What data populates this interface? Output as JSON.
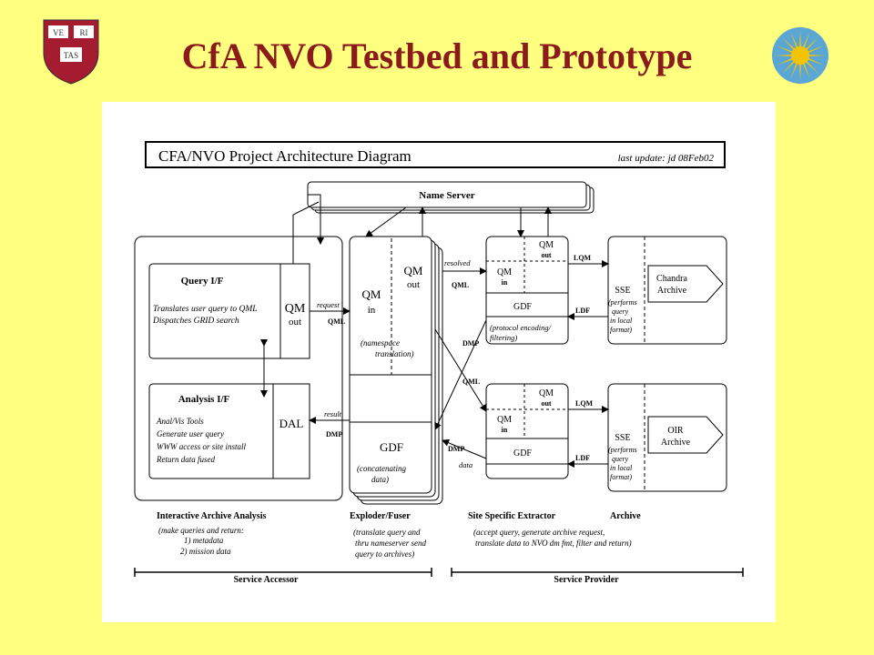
{
  "slide": {
    "title": "CfA NVO Testbed and Prototype",
    "logo_left": {
      "kind": "harvard-shield",
      "lettering": [
        "VE",
        "RI",
        "TAS"
      ],
      "color": "#a51c30"
    },
    "logo_right": {
      "kind": "smithsonian-sun"
    }
  },
  "diagram": {
    "header_title": "CFA/NVO Project Architecture Diagram",
    "header_update": "last update: jd 08Feb02",
    "name_server": "Name Server",
    "query_if": {
      "title": "Query I/F",
      "line1": "Translates user query to QML",
      "line2": "Dispatches GRID search",
      "qm": "QM",
      "qm_sub": "out"
    },
    "analysis_if": {
      "title": "Analysis I/F",
      "lines": [
        "Anal/Vis Tools",
        "Generate user query",
        "WWW access or site install",
        "Return data fused"
      ],
      "dal": "DAL"
    },
    "exploder": {
      "qm_in": "QM",
      "qm_in_sub": "in",
      "qm_out": "QM",
      "qm_out_sub": "out",
      "note1": "(namespace",
      "note2": "translation)",
      "gdf": "GDF",
      "gdf_note1": "(concatenating",
      "gdf_note2": "data)"
    },
    "extractor_top": {
      "qm_out": "QM",
      "qm_out_sub": "out",
      "qm_in": "QM",
      "qm_in_sub": "in",
      "gdf": "GDF",
      "note1": "(protocol encoding/",
      "note2": "filtering)"
    },
    "extractor_bottom": {
      "qm_out": "QM",
      "qm_out_sub": "out",
      "qm_in": "QM",
      "qm_in_sub": "in",
      "gdf": "GDF"
    },
    "archive_top": {
      "sse": "SSE",
      "sse_note": [
        "(performs",
        "query",
        "in local",
        "format)"
      ],
      "name1": "Chandra",
      "name2": "Archive"
    },
    "archive_bottom": {
      "sse": "SSE",
      "sse_note": [
        "(performs",
        "query",
        "in local",
        "format)"
      ],
      "name1": "OIR",
      "name2": "Archive"
    },
    "arrow_labels": {
      "request": "request",
      "qml": "QML",
      "result": "result",
      "dmp": "DMP",
      "resolved": "resolved",
      "qml_top": "QML",
      "dmp_top": "DMP",
      "qml_bottom": "QML",
      "dmp_bottom": "DMP",
      "data": "data",
      "lqm_top": "LQM",
      "ldf_top": "LDF",
      "lqm_bottom": "LQM",
      "ldf_bottom": "LDF"
    },
    "columns": {
      "col1": {
        "title": "Interactive Archive Analysis",
        "lines": [
          "(make queries and return:",
          "1) metadata",
          "2) mission data"
        ]
      },
      "col2": {
        "title": "Exploder/Fuser",
        "lines": [
          "(translate query and",
          "thru nameserver send",
          "query to archives)"
        ]
      },
      "col3": {
        "title": "Site Specific Extractor"
      },
      "col4": {
        "title": "Archive"
      },
      "col34_lines": [
        "(accept query, generate archive request,",
        "translate data to NVO dm fmt, filter and return)"
      ]
    },
    "footer": {
      "accessor": "Service Accessor",
      "provider": "Service Provider"
    }
  }
}
